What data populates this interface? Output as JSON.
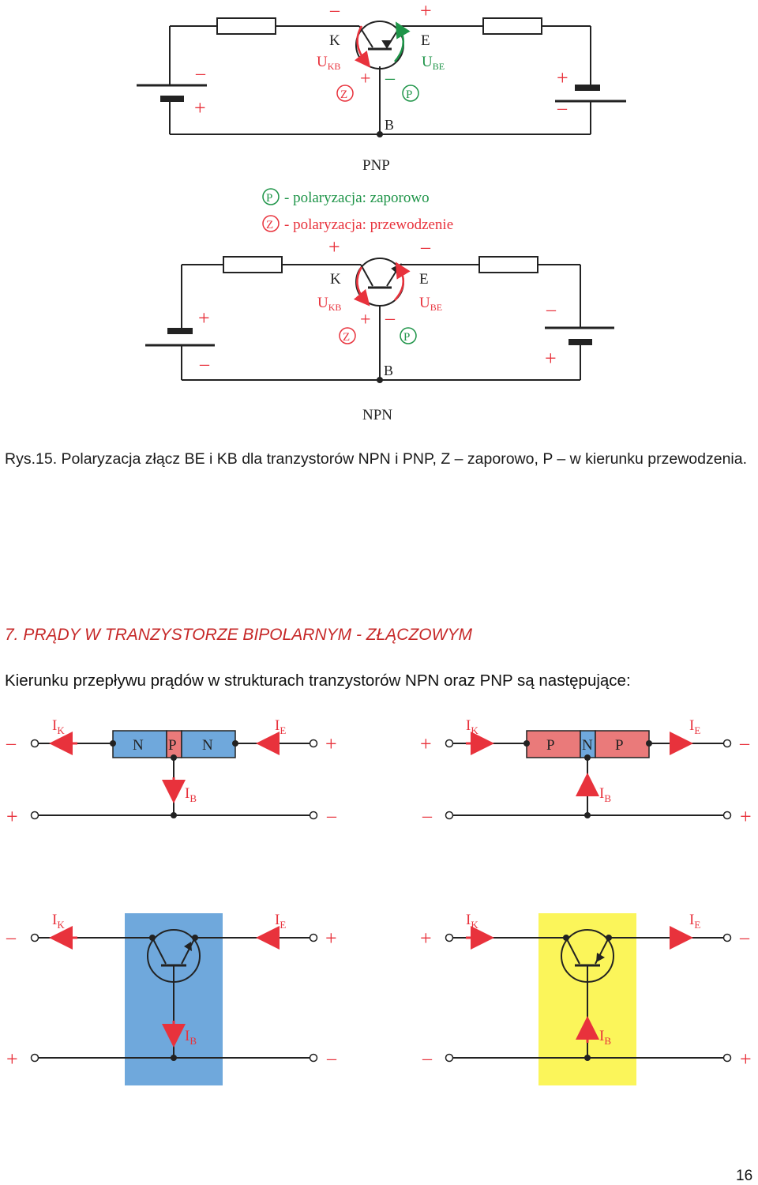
{
  "figure1": {
    "pnp": {
      "top_minus": "–",
      "top_plus": "+",
      "k": "K",
      "e": "E",
      "b": "B",
      "ukb_main": "U",
      "ukb_sub": "KB",
      "ube_main": "U",
      "ube_sub": "BE",
      "z": "Z",
      "p": "P",
      "junction_plus": "+",
      "junction_minus": "–",
      "left_bat_top": "–",
      "left_bat_bottom": "+",
      "right_bat_top": "+",
      "right_bat_bottom": "–",
      "label": "PNP"
    },
    "legend": {
      "p_symbol": "P",
      "p_text": "- polaryzacja: zaporowo",
      "z_symbol": "Z",
      "z_text": "- polaryzacja: przewodzenie"
    },
    "npn": {
      "top_plus": "+",
      "top_minus": "–",
      "k": "K",
      "e": "E",
      "b": "B",
      "ukb_main": "U",
      "ukb_sub": "KB",
      "ube_main": "U",
      "ube_sub": "BE",
      "z": "Z",
      "p": "P",
      "junction_plus": "+",
      "junction_minus": "–",
      "left_bat_top": "+",
      "left_bat_bottom": "–",
      "right_bat_top": "–",
      "right_bat_bottom": "+",
      "label": "NPN"
    }
  },
  "caption": "Rys.15. Polaryzacja złącz BE  i KB dla tranzystorów NPN i PNP, Z – zaporowo, P – w kierunku przewodzenia.",
  "section_heading": "7. PRĄDY W TRANZYSTORZE BIPOLARNYM - ZŁĄCZOWYM",
  "body_text": "Kierunku przepływu prądów w strukturach tranzystorów NPN oraz PNP są następujące:",
  "figure2": {
    "npn_structure": {
      "ik_main": "I",
      "ik_sub": "K",
      "ie_main": "I",
      "ie_sub": "E",
      "ib_main": "I",
      "ib_sub": "B",
      "left_top": "–",
      "right_top": "+",
      "left_bottom": "+",
      "right_bottom": "–",
      "n1": "N",
      "p": "P",
      "n2": "N"
    },
    "pnp_structure": {
      "ik_main": "I",
      "ik_sub": "K",
      "ie_main": "I",
      "ie_sub": "E",
      "ib_main": "I",
      "ib_sub": "B",
      "left_top": "+",
      "right_top": "–",
      "left_bottom": "–",
      "right_bottom": "+",
      "p1": "P",
      "n": "N",
      "p2": "P"
    },
    "npn_symbol": {
      "ik_main": "I",
      "ik_sub": "K",
      "ie_main": "I",
      "ie_sub": "E",
      "ib_main": "I",
      "ib_sub": "B",
      "left_top": "–",
      "right_top": "+",
      "left_bottom": "+",
      "right_bottom": "–"
    },
    "pnp_symbol": {
      "ik_main": "I",
      "ik_sub": "K",
      "ie_main": "I",
      "ie_sub": "E",
      "ib_main": "I",
      "ib_sub": "B",
      "left_top": "+",
      "right_top": "–",
      "left_bottom": "–",
      "right_bottom": "+"
    }
  },
  "page_number": "16",
  "colors": {
    "red": "#e8323c",
    "green": "#1e9448",
    "blue_region": "#6fa8dc",
    "pink_region": "#ea7a7a",
    "yellow_region": "#fbf55a",
    "wire": "#222222"
  }
}
